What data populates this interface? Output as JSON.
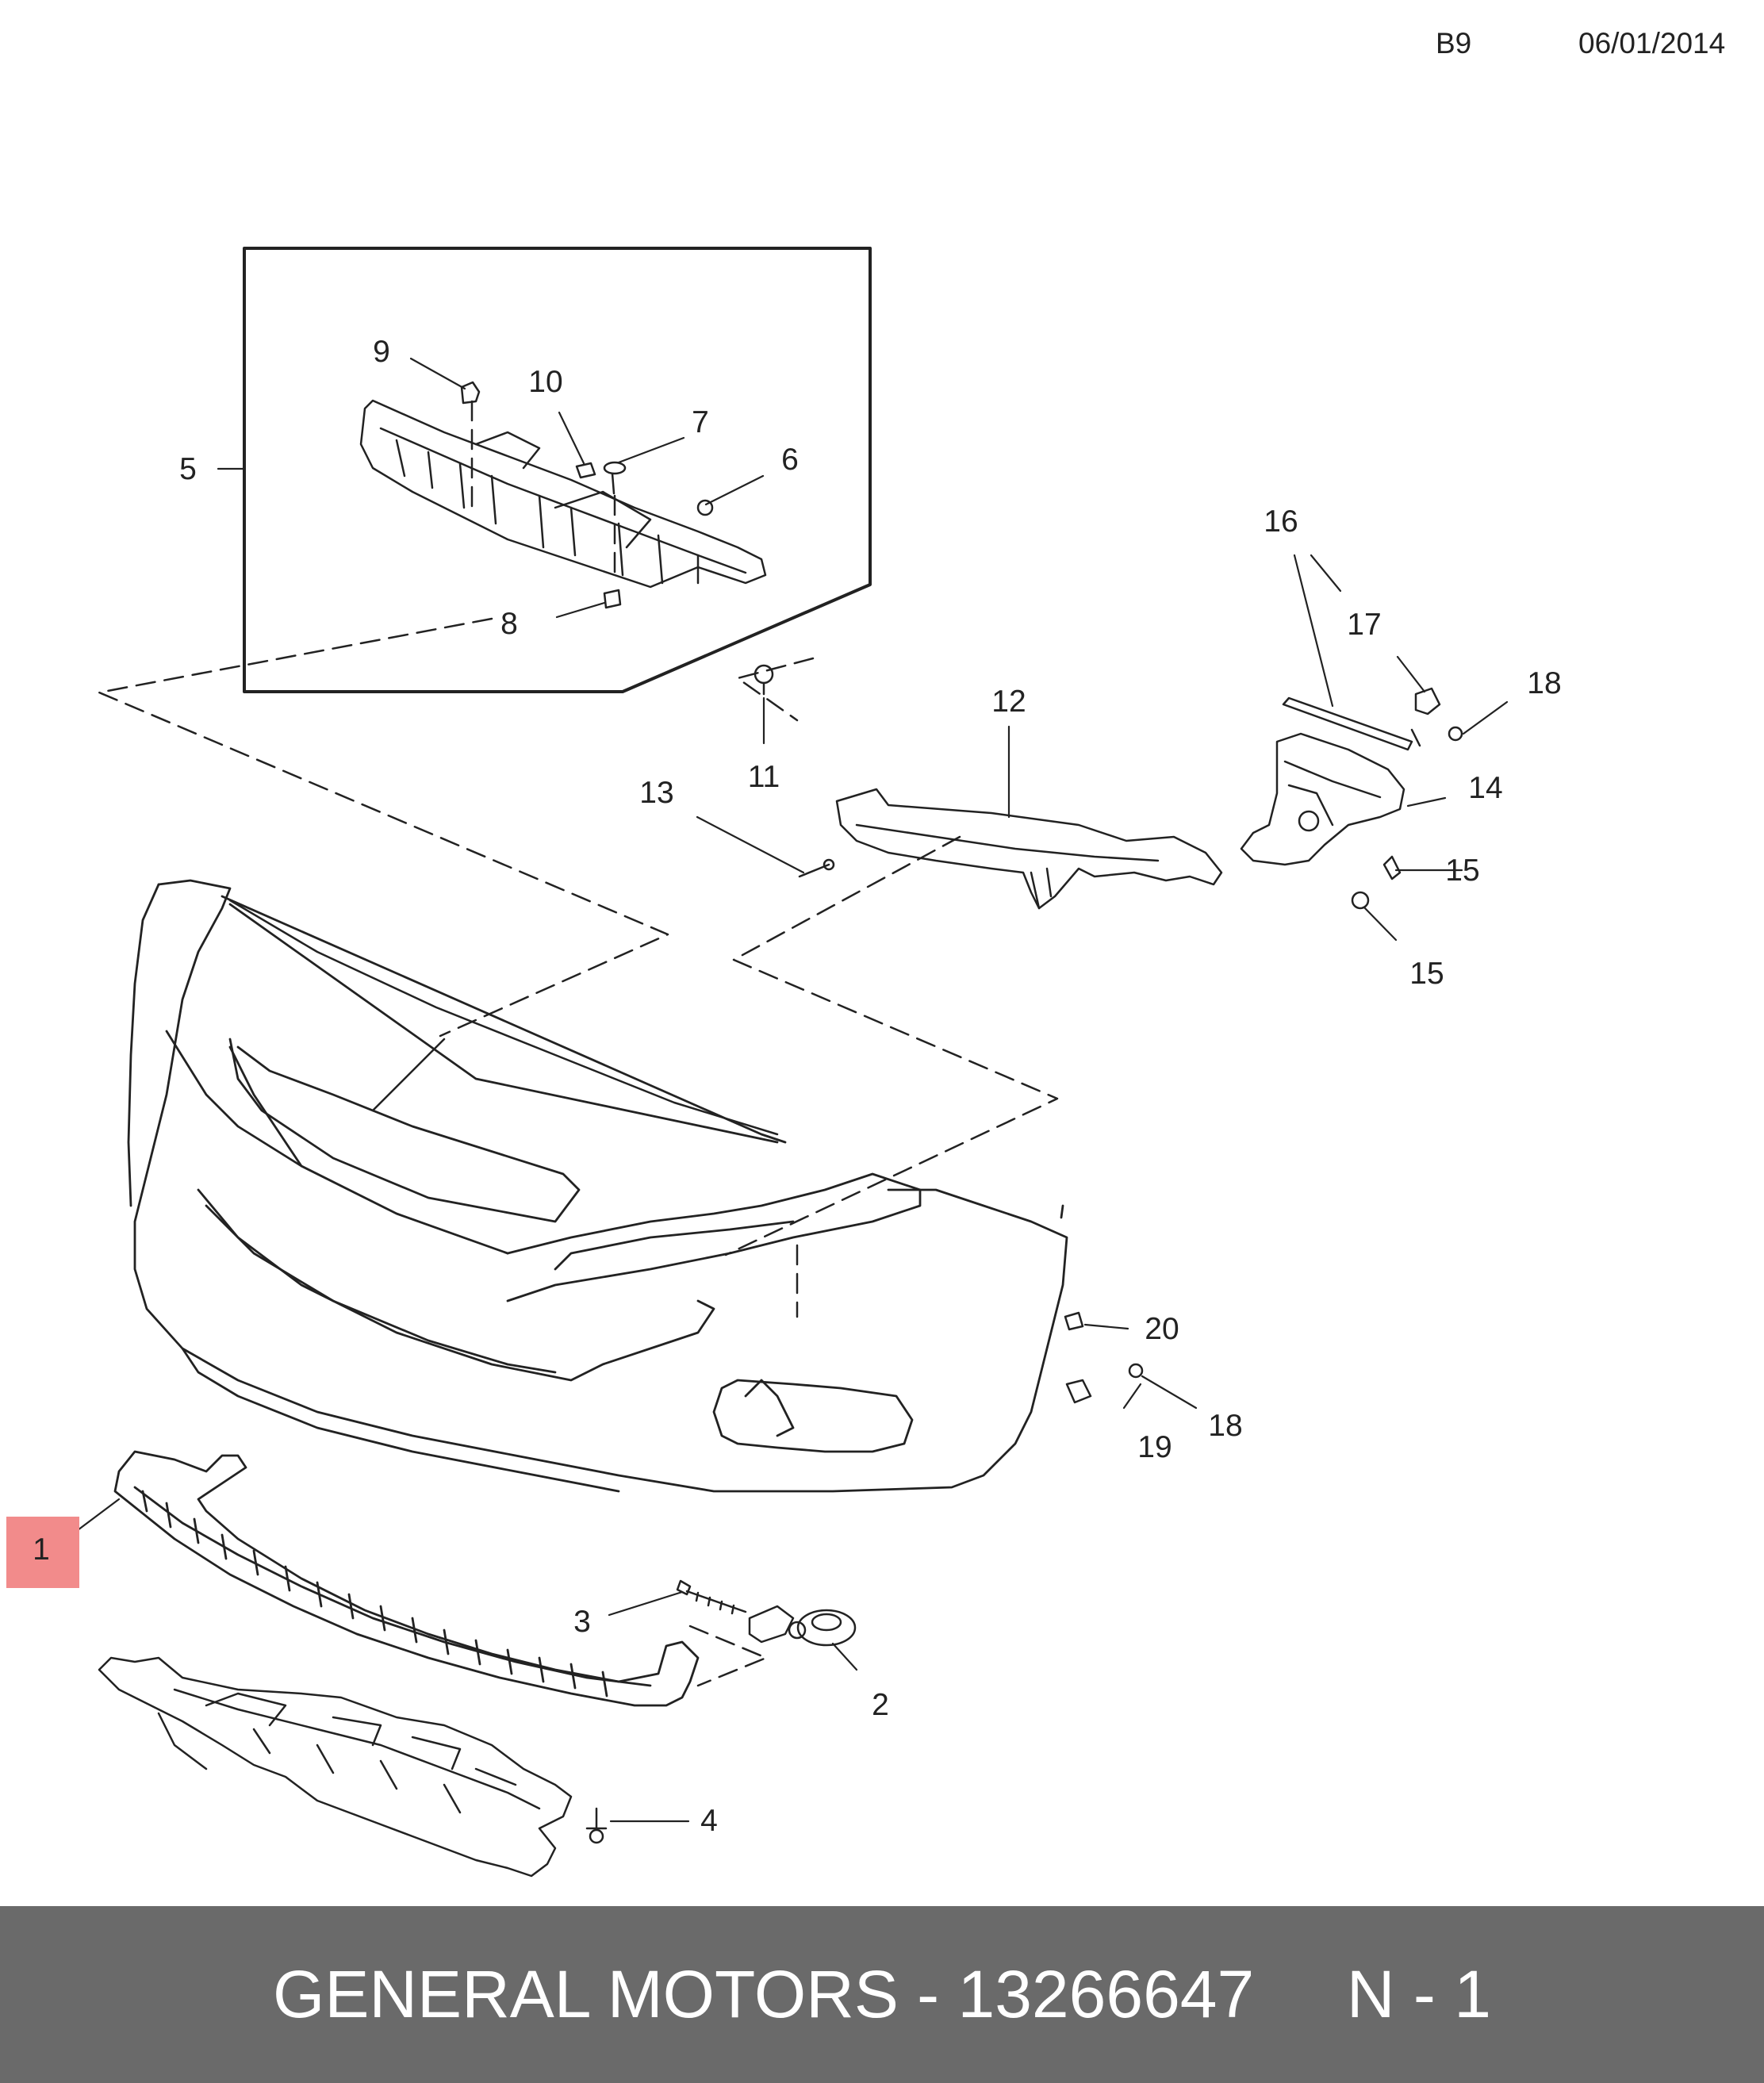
{
  "header": {
    "page_code": "B9",
    "date": "06/01/2014"
  },
  "callouts": [
    {
      "id": "1",
      "label": "1",
      "highlighted": true
    },
    {
      "id": "2",
      "label": "2"
    },
    {
      "id": "3",
      "label": "3"
    },
    {
      "id": "4",
      "label": "4"
    },
    {
      "id": "5",
      "label": "5"
    },
    {
      "id": "6",
      "label": "6"
    },
    {
      "id": "7",
      "label": "7"
    },
    {
      "id": "8",
      "label": "8"
    },
    {
      "id": "9",
      "label": "9"
    },
    {
      "id": "10",
      "label": "10"
    },
    {
      "id": "11",
      "label": "11"
    },
    {
      "id": "12",
      "label": "12"
    },
    {
      "id": "13",
      "label": "13"
    },
    {
      "id": "14",
      "label": "14"
    },
    {
      "id": "15a",
      "label": "15"
    },
    {
      "id": "15b",
      "label": "15"
    },
    {
      "id": "16",
      "label": "16"
    },
    {
      "id": "17",
      "label": "17"
    },
    {
      "id": "18a",
      "label": "18"
    },
    {
      "id": "18b",
      "label": "18"
    },
    {
      "id": "19",
      "label": "19"
    },
    {
      "id": "20",
      "label": "20"
    }
  ],
  "footer": {
    "text": "GENERAL MOTORS - 13266647     N - 1"
  },
  "colors": {
    "highlight": "#f28b8b",
    "line": "#222222",
    "footer_bg": "#6a6a6a",
    "footer_text": "#ffffff"
  }
}
